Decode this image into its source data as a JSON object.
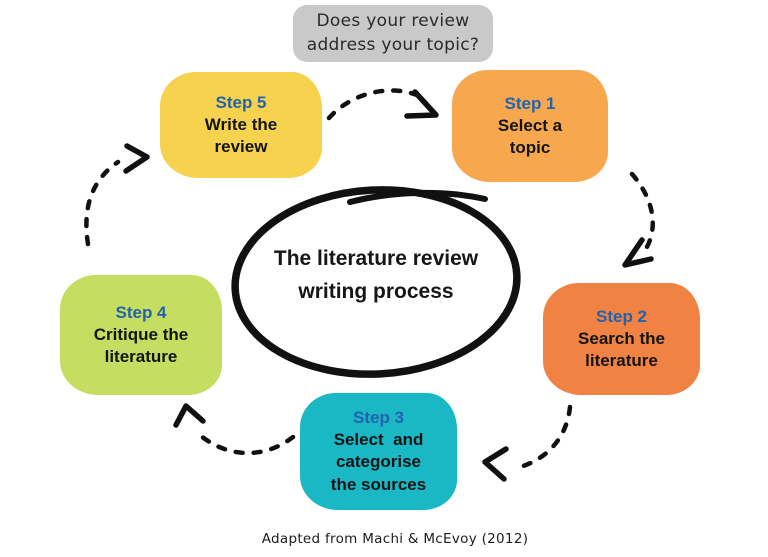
{
  "diagram": {
    "speech_bubble": {
      "text": "Does your review\naddress your topic?"
    },
    "center": {
      "title": "The literature review\nwriting process"
    },
    "caption": "Adapted from Machi & McEvoy (2012)",
    "steps": [
      {
        "label": "Step 1",
        "description": "Select a\ntopic",
        "color": "#f7a84f"
      },
      {
        "label": "Step 2",
        "description": "Search the\nliterature",
        "color": "#f08344"
      },
      {
        "label": "Step 3",
        "description": "Select  and\ncategorise\nthe sources",
        "color": "#1ab7c5"
      },
      {
        "label": "Step 4",
        "description": "Critique the\nliterature",
        "color": "#c5dd60"
      },
      {
        "label": "Step 5",
        "description": "Write the\nreview",
        "color": "#f7d24f"
      }
    ],
    "arrows": [
      {
        "name": "arrow-step5-to-step1"
      },
      {
        "name": "arrow-step1-to-step2"
      },
      {
        "name": "arrow-step2-to-step3"
      },
      {
        "name": "arrow-step3-to-step4"
      },
      {
        "name": "arrow-step4-to-step5"
      }
    ],
    "colors": {
      "background": "#ffffff",
      "bubble_bg": "#c9c9c9",
      "ink": "#111111",
      "step_label_blue": "#2263ae",
      "step_text_black": "#141414"
    }
  }
}
